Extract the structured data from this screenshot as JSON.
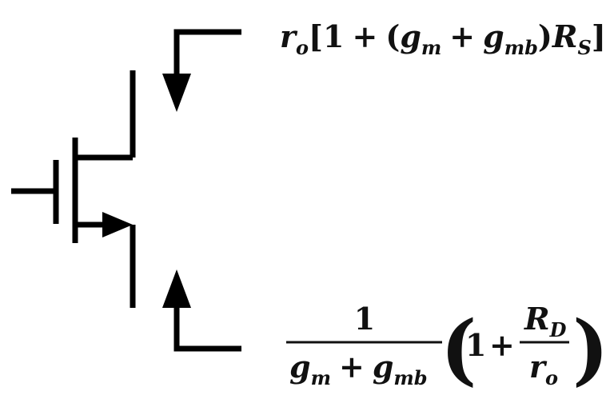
{
  "drain_impedance": {
    "r": "r",
    "o": "o",
    "open_bracket": "[",
    "one": "1",
    "plus1": "+",
    "open_paren": "(",
    "g1": "g",
    "m1": "m",
    "plus2": "+",
    "g2": "g",
    "mb1": "mb",
    "close_paren": ")",
    "R": "R",
    "S": "S",
    "close_bracket": "]"
  },
  "source_impedance": {
    "numerator": "1",
    "g1": "g",
    "m1": "m",
    "plus1": "+",
    "g2": "g",
    "mb1": "mb",
    "lparen": "(",
    "one": "1",
    "plus2": "+",
    "R": "R",
    "D": "D",
    "r": "r",
    "o": "o",
    "rparen": ")"
  },
  "colors": {
    "ink": "#000000",
    "background": "#ffffff"
  }
}
